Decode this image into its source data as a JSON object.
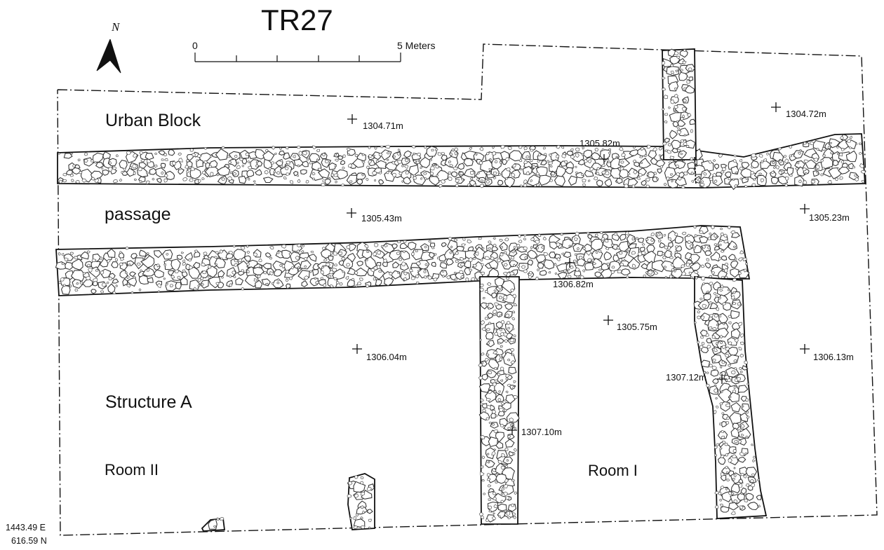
{
  "title": "TR27",
  "north_label": "N",
  "scale": {
    "start_label": "0",
    "end_label": "5 Meters"
  },
  "areas": {
    "urban_block": "Urban Block",
    "passage": "passage",
    "structure_a": "Structure A",
    "room_ii": "Room II",
    "room_i": "Room I"
  },
  "elevations": [
    "1304.71m",
    "1304.72m",
    "1305.82m",
    "1305.43m",
    "1305.23m",
    "1306.82m",
    "1305.75m",
    "1306.04m",
    "1306.13m",
    "1307.12m",
    "1307.10m"
  ],
  "datum": {
    "easting": "1443.49 E",
    "northing": "616.59 N"
  }
}
